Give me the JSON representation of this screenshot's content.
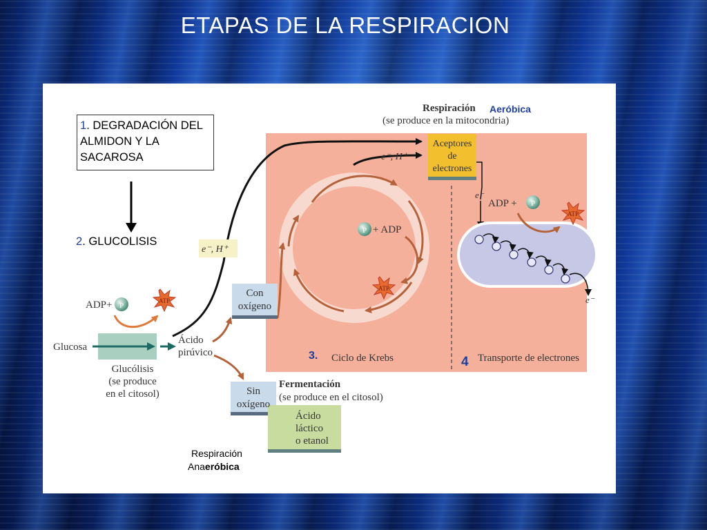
{
  "slide": {
    "title": "ETAPAS DE LA RESPIRACION"
  },
  "stage1": {
    "num": "1",
    "text": ". DEGRADACIÓN DEL ALMIDON Y LA SACAROSA"
  },
  "stage2": {
    "num": "2",
    "text": ". GLUCOLISIS"
  },
  "respiracion_anaerobica": {
    "line1": "Respiración",
    "prefix": "Ana",
    "bold": "eróbica"
  },
  "respiracion_aerobica": {
    "title": "Respiración",
    "tag": "Aeróbica",
    "subtitle": "(se produce en la mitocondria)"
  },
  "acceptors": {
    "line1": "Aceptores",
    "line2": "de",
    "line3": "electrones"
  },
  "glycolysis": {
    "adp": "ADP+",
    "p": "P",
    "atp": "ATP",
    "glucose": "Glucosa",
    "pyruvic_1": "Ácido",
    "pyruvic_2": "pirúvico",
    "name": "Glucólisis",
    "where_1": "(se produce",
    "where_2": "en el citosol)"
  },
  "electrons": {
    "eh1": "e⁻, H⁺",
    "eh2": "e⁻, H⁺",
    "e_minus": "e⁻",
    "e_out": "e⁻"
  },
  "with_oxygen": {
    "line1": "Con",
    "line2": "oxígeno"
  },
  "without_oxygen": {
    "line1": "Sin",
    "line2": "oxígeno"
  },
  "krebs": {
    "p": "P",
    "adp": "+ ADP",
    "atp": "ATP",
    "num": "3.",
    "label": "Ciclo de Krebs"
  },
  "transport": {
    "adp": "ADP +",
    "p": "P",
    "atp": "ATP",
    "num": "4",
    "label": "Transporte de electrones"
  },
  "fermentation": {
    "title": "Fermentación",
    "subtitle": "(se produce en el citosol)",
    "product_1": "Ácido",
    "product_2": "láctico",
    "product_3": "o etanol"
  },
  "colors": {
    "mito": "#f4b09a",
    "acceptor": "#f2bf2e",
    "blue_box": "#c9daea",
    "green_box": "#c9dca0",
    "glyco_band": "#a9cfc1",
    "arrow_brown": "#b5623a",
    "arrow_teal": "#1b6a63",
    "number_blue": "#1f3f9e"
  }
}
